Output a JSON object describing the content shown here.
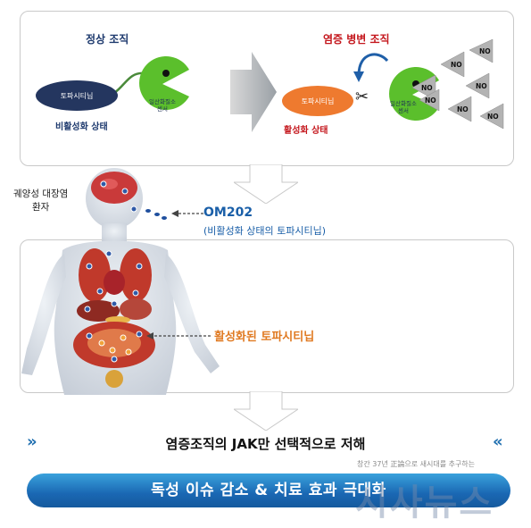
{
  "top_panel": {
    "normal_title": "정상 조직",
    "inflamed_title": "염증 병변 조직",
    "normal_oval": "토파시티닙",
    "normal_state": "비활성화 상태",
    "normal_sensor": "일산화질소\n센서",
    "inflamed_oval": "토파시티닙",
    "inflamed_state": "활성화 상태",
    "inflamed_sensor": "일산화질소\n센서",
    "no_labels": [
      "NO",
      "NO",
      "NO",
      "NO",
      "NO",
      "NO",
      "NO"
    ]
  },
  "body_section": {
    "patient_label": "궤양성 대장염\n환자",
    "om202_title": "OM202",
    "om202_sub": "(비활성화 상태의 토파시티닙)",
    "activated_label": "활성화된 토파시티닙"
  },
  "footer": {
    "statement": "염증조직의 JAK만 선택적으로 저해",
    "banner": "독성 이슈 감소 & 치료 효과 극대화",
    "watermark_slogan": "창간 37년 正論으로 새시대를 추구하는",
    "watermark_logo": "시사뉴스",
    "chevron_left": "»",
    "chevron_right": "«"
  },
  "colors": {
    "navy_oval": "#24365f",
    "orange_oval": "#ee7a2f",
    "pacman_green": "#5bbf2c",
    "normal_title": "#1e3a6e",
    "inflamed_title": "#c4161c",
    "om202": "#1a5fa8",
    "activated": "#e07a22",
    "banner": "#1a67b3"
  }
}
